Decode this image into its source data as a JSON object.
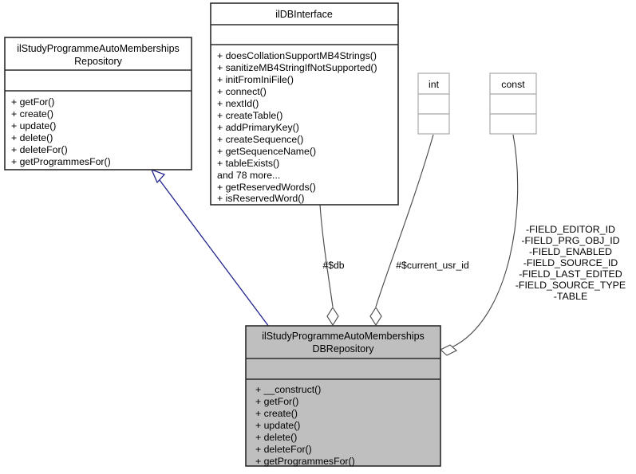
{
  "diagram": {
    "kind": "uml-class-diagram",
    "background": "#ffffff",
    "colors": {
      "class_border": "#2b2b2b",
      "class_fill_white": "#ffffff",
      "class_fill_highlight": "#bfbfbf",
      "type_border": "#a8a8a8",
      "edge": "#4a4a4a",
      "inheritance_edge": "#22228c",
      "text": "#000000"
    },
    "classes": {
      "interface_repository": {
        "name_line_1": "ilStudyProgrammeAutoMemberships",
        "name_line_2": "Repository",
        "attributes": [],
        "operations": [
          "+ getFor()",
          "+ create()",
          "+ update()",
          "+ delete()",
          "+ deleteFor()",
          "+ getProgrammesFor()"
        ]
      },
      "db_interface": {
        "name_line_1": "ilDBInterface",
        "attributes": [],
        "operations": [
          "+ doesCollationSupportMB4Strings()",
          "+ sanitizeMB4StringIfNotSupported()",
          "+ initFromIniFile()",
          "+ connect()",
          "+ nextId()",
          "+ createTable()",
          "+ addPrimaryKey()",
          "+ createSequence()",
          "+ getSequenceName()",
          "+ tableExists()",
          "and 78 more...",
          "+ getReservedWords()",
          "+ isReservedWord()"
        ]
      },
      "db_repository": {
        "name_line_1": "ilStudyProgrammeAutoMemberships",
        "name_line_2": "DBRepository",
        "attributes": [],
        "operations": [
          "+ __construct()",
          "+ getFor()",
          "+ create()",
          "+ update()",
          "+ delete()",
          "+ deleteFor()",
          "+ getProgrammesFor()"
        ]
      }
    },
    "types": {
      "int_type": {
        "name": "int"
      },
      "const_type": {
        "name": "const"
      }
    },
    "edge_labels": {
      "db_field": "#$db",
      "current_usr_id_field": "#$current_usr_id",
      "const_fields": [
        "-FIELD_EDITOR_ID",
        "-FIELD_PRG_OBJ_ID",
        "-FIELD_ENABLED",
        "-FIELD_SOURCE_ID",
        "-FIELD_LAST_EDITED",
        "-FIELD_SOURCE_TYPE",
        "-TABLE"
      ]
    }
  }
}
